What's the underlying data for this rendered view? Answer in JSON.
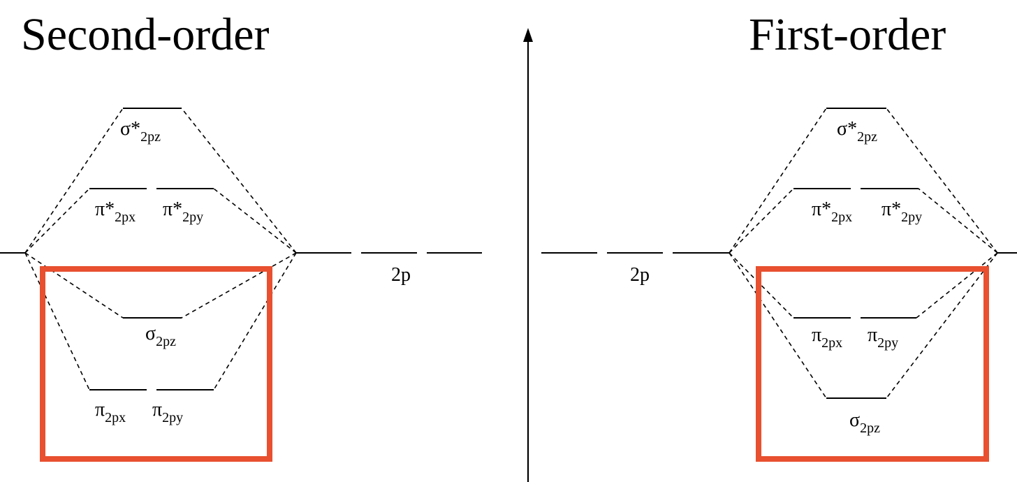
{
  "colors": {
    "line": "#000000",
    "highlight_box": "#e8502f",
    "background": "#ffffff"
  },
  "left_panel": {
    "title": "Second-order",
    "atomic_label": "2p",
    "orbitals": {
      "sigma_star": {
        "symbol": "σ*",
        "sub": "2pz"
      },
      "pi_star_x": {
        "symbol": "π*",
        "sub": "2px"
      },
      "pi_star_y": {
        "symbol": "π*",
        "sub": "2py"
      },
      "sigma": {
        "symbol": "σ",
        "sub": "2pz"
      },
      "pi_x": {
        "symbol": "π",
        "sub": "2px"
      },
      "pi_y": {
        "symbol": "π",
        "sub": "2py"
      }
    }
  },
  "right_panel": {
    "title": "First-order",
    "atomic_label": "2p",
    "orbitals": {
      "sigma_star": {
        "symbol": "σ*",
        "sub": "2pz"
      },
      "pi_star_x": {
        "symbol": "π*",
        "sub": "2px"
      },
      "pi_star_y": {
        "symbol": "π*",
        "sub": "2py"
      },
      "pi_x": {
        "symbol": "π",
        "sub": "2px"
      },
      "pi_y": {
        "symbol": "π",
        "sub": "2py"
      },
      "sigma": {
        "symbol": "σ",
        "sub": "2pz"
      }
    }
  }
}
